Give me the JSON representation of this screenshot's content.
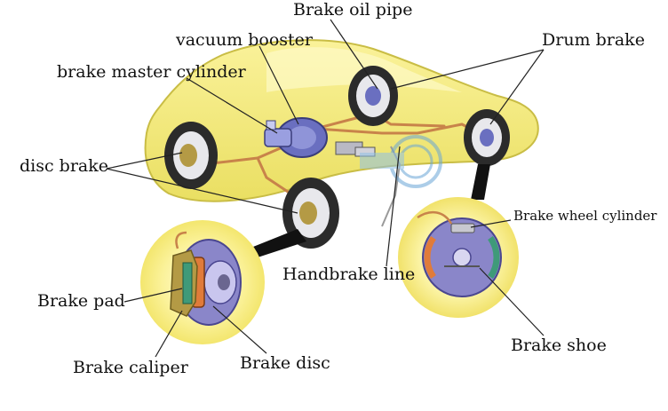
{
  "labels": {
    "brake_oil_pipe": "Brake oil pipe",
    "vacuum_booster": "vacuum booster",
    "brake_master_cylinder": "brake master cylinder",
    "drum_brake": "Drum brake",
    "disc_brake": "disc brake",
    "brake_wheel_cylinder": "Brake wheel cylinder",
    "brake_pad": "Brake pad",
    "handbrake_line": "Handbrake line",
    "brake_caliper": "Brake caliper",
    "brake_disc": "Brake disc",
    "brake_shoe": "Brake shoe"
  },
  "colors": {
    "car_body": "#f3ea7a",
    "car_outline": "#b8ad3a",
    "brake_line": "#c8834a",
    "tire": "#2b2b2b",
    "rim": "#e8e8ec",
    "booster": "#6a6fc0",
    "disc": "#8a86c9",
    "pad": "#e07b3a",
    "caliper": "#b49a45",
    "shoe_lining": "#3f9a79"
  },
  "watermark_icon": "watermark-emblem"
}
